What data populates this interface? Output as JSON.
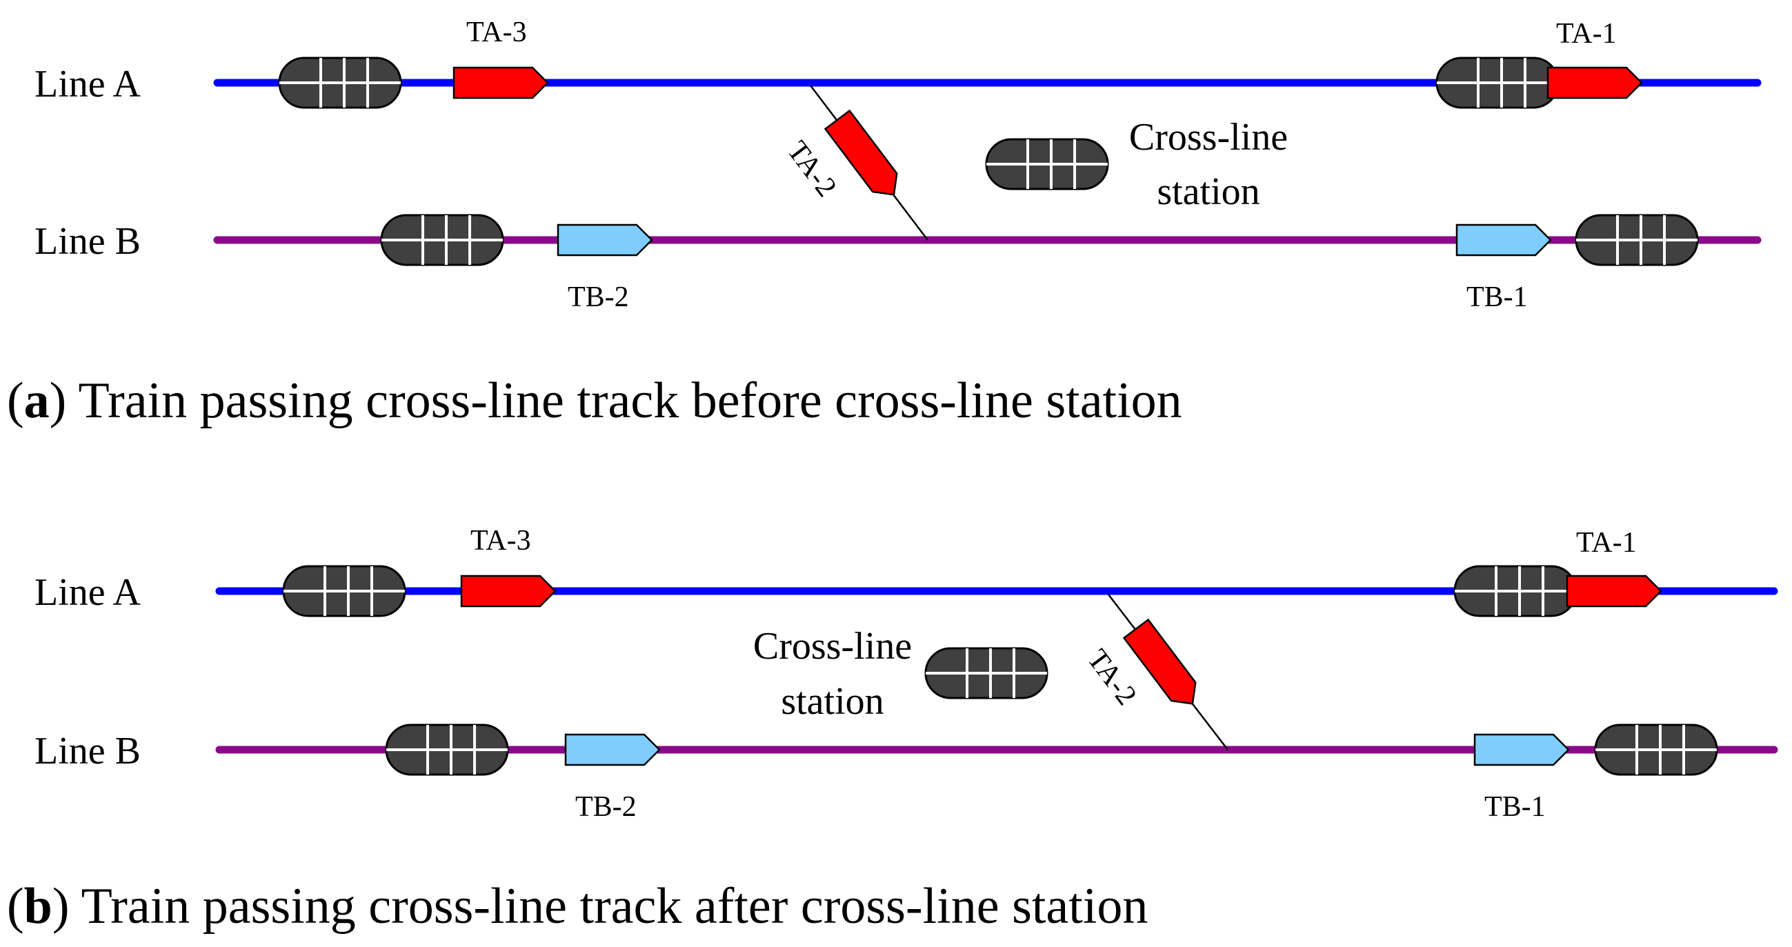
{
  "panels": [
    {
      "line_a_label": "Line A",
      "line_b_label": "Line B",
      "trains": {
        "ta3": "TA-3",
        "ta1": "TA-1",
        "ta2": "TA-2",
        "tb2": "TB-2",
        "tb1": "TB-1"
      },
      "station_label": [
        "Cross-line",
        "station"
      ],
      "caption": {
        "open": "(",
        "letter": "a",
        "text": ") Train passing cross-line track before cross-line station"
      }
    },
    {
      "line_a_label": "Line A",
      "line_b_label": "Line B",
      "trains": {
        "ta3": "TA-3",
        "ta1": "TA-1",
        "ta2": "TA-2",
        "tb2": "TB-2",
        "tb1": "TB-1"
      },
      "station_label": [
        "Cross-line",
        "station"
      ],
      "caption": {
        "open": "(",
        "letter": "b",
        "text": ") Train passing cross-line track after cross-line station"
      }
    }
  ],
  "colors": {
    "line_a": "#0000ff",
    "line_b": "#8b0a8b",
    "line_a_train": "#ff0000",
    "line_b_train": "#7fcdff",
    "station": "#404040"
  }
}
